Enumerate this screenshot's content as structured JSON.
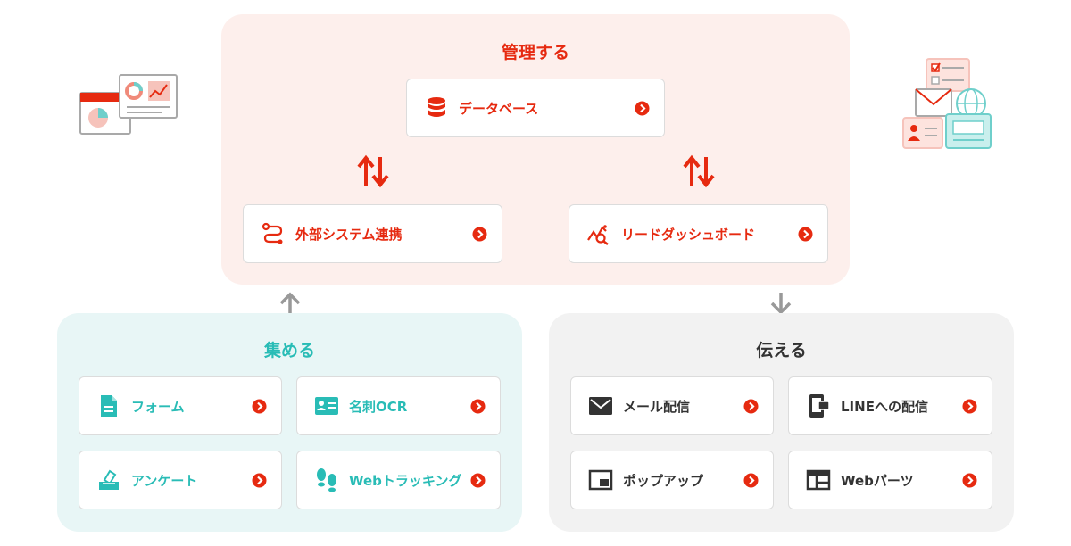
{
  "manage": {
    "title": "管理する",
    "database": "データベース",
    "integration": "外部システム連携",
    "dashboard": "リードダッシュボード"
  },
  "collect": {
    "title": "集める",
    "form": "フォーム",
    "card_ocr": "名刺OCR",
    "survey": "アンケート",
    "web_tracking": "Webトラッキング"
  },
  "deliver": {
    "title": "伝える",
    "email": "メール配信",
    "line": "LINEへの配信",
    "popup": "ポップアップ",
    "web_parts": "Webパーツ"
  },
  "colors": {
    "manage_accent": "#e62a10",
    "collect_accent": "#29bcb6",
    "deliver_text": "#333333",
    "manage_bg": "#fdefec",
    "collect_bg": "#e8f6f6",
    "deliver_bg": "#f2f2f2",
    "arrow_gray": "#999999"
  }
}
